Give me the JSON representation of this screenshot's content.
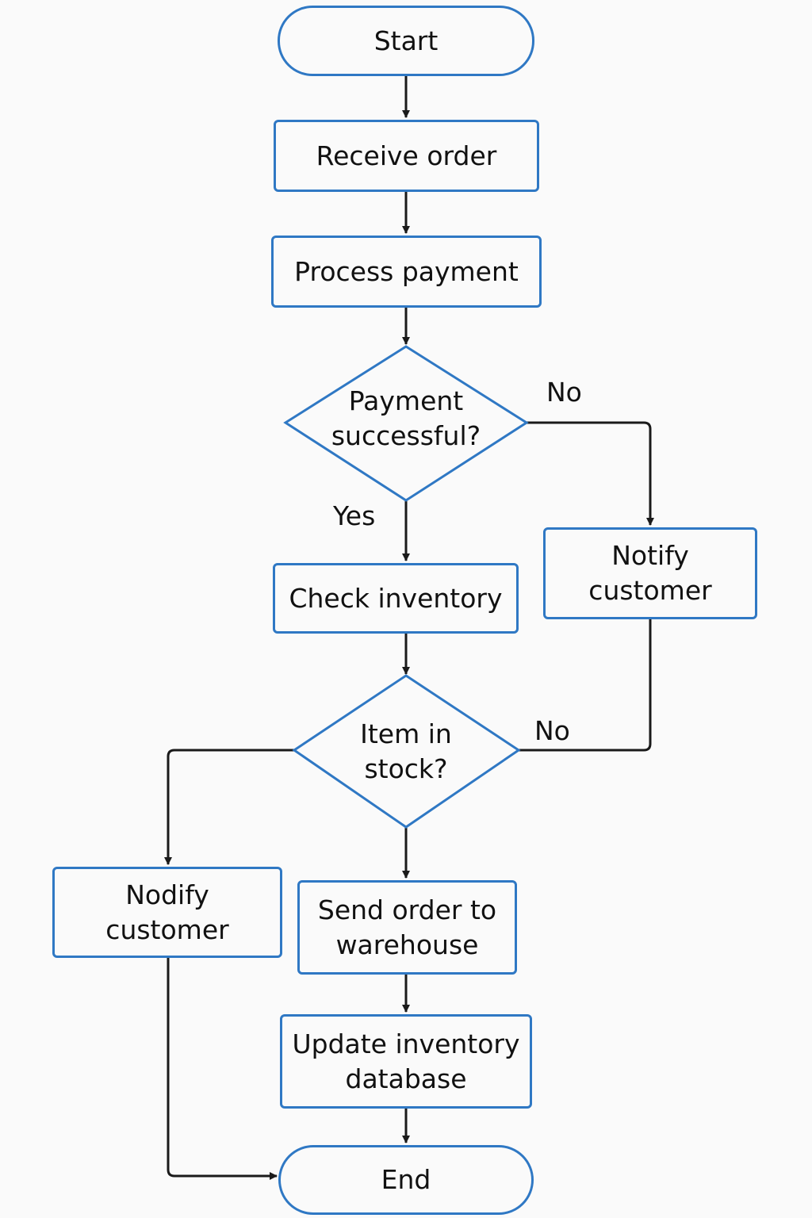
{
  "diagram": {
    "nodes": {
      "start": "Start",
      "receive_order": "Receive order",
      "process_payment": "Process payment",
      "payment_decision": "Payment successful?",
      "check_inventory": "Check inventory",
      "notify_customer_payment": "Notify customer",
      "stock_decision": "Item in stock?",
      "notify_customer_stock": "Nodify customer",
      "send_order": "Send order to warehouse",
      "update_inventory": "Update inventory database",
      "end": "End"
    },
    "edge_labels": {
      "payment_no": "No",
      "payment_yes": "Yes",
      "stock_no": "No"
    },
    "colors": {
      "shape_border": "#2f78c4",
      "connector": "#1a1a1a",
      "background": "#fafafa"
    }
  }
}
